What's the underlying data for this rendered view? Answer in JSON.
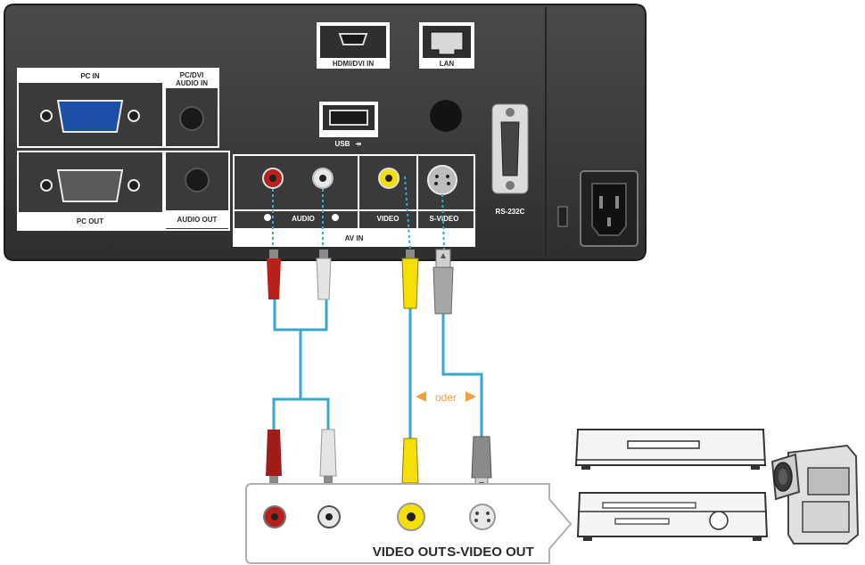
{
  "panel": {
    "pc_in": "PC IN",
    "pc_dvi_audio_in_1": "PC/DVI",
    "pc_dvi_audio_in_2": "AUDIO IN",
    "pc_out": "PC OUT",
    "audio_out": "AUDIO OUT",
    "hdmi": "HDMI/DVI IN",
    "lan": "LAN",
    "usb": "USB",
    "rs232c": "RS-232C",
    "audio": "AUDIO",
    "video": "VIDEO",
    "s_video": "S-VIDEO",
    "av_in": "AV IN"
  },
  "annotation": {
    "or_label": "oder"
  },
  "source_device": {
    "video_out": "VIDEO OUT",
    "s_video_out": "S-VIDEO OUT"
  },
  "colors": {
    "panel": "#3a3a3a",
    "cable": "#3aa6c8",
    "red_plug": "#b8201c",
    "white_plug": "#e4e4e4",
    "yellow_plug": "#f4e000",
    "svideo_plug": "#a6a6a6",
    "or_arrow": "#f0a040"
  },
  "icons": [
    "hdmi-port-icon",
    "lan-port-icon",
    "usb-port-icon",
    "vga-port-icon",
    "serial-port-icon",
    "power-inlet-icon",
    "vcr-icon",
    "dvd-player-icon",
    "camcorder-icon"
  ]
}
